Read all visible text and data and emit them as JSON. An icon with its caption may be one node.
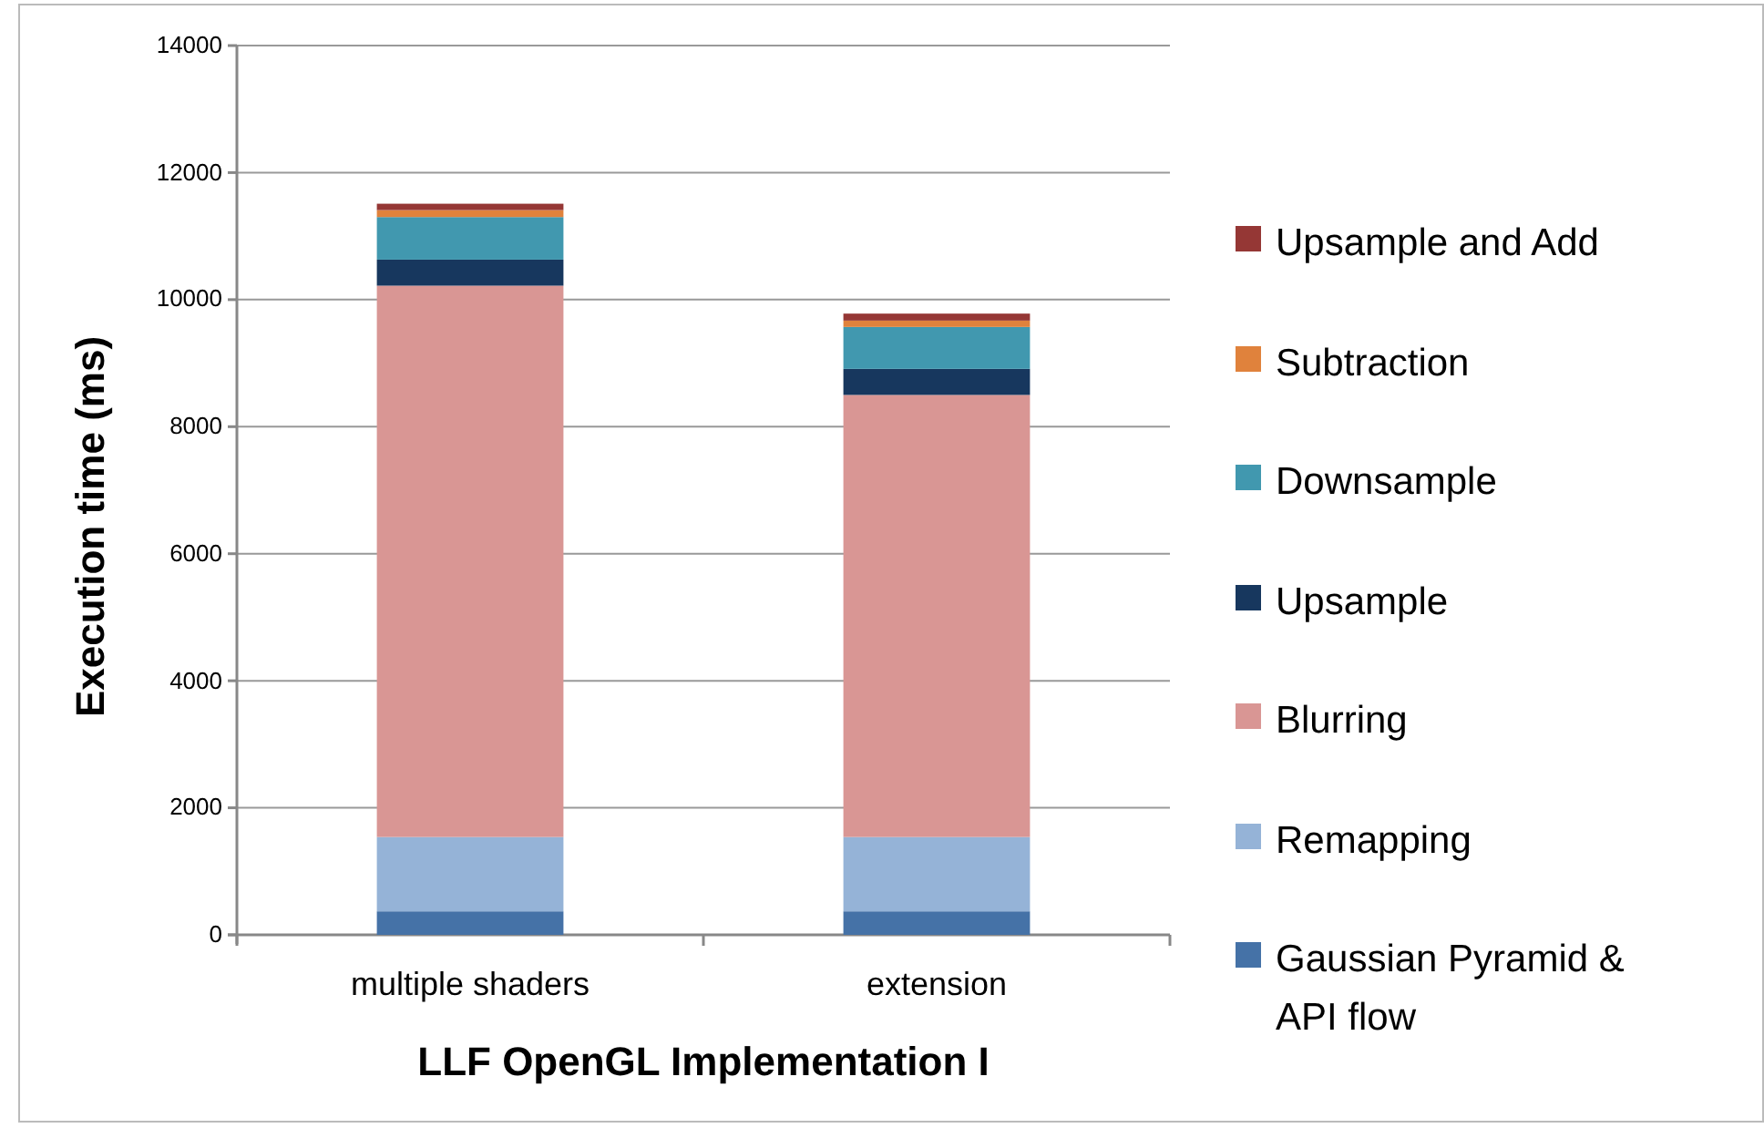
{
  "diagram": {
    "chart_data": {
      "type": "bar",
      "stacked": true,
      "orientation": "vertical",
      "grid": "y",
      "legend": true,
      "xlabel": "LLF OpenGL Implementation I",
      "ylabel": "Execution time (ms)",
      "categories": [
        "multiple shaders",
        "extension"
      ],
      "ylim": [
        0,
        14000
      ],
      "yticks": [
        0,
        2000,
        4000,
        6000,
        8000,
        10000,
        12000,
        14000
      ],
      "series": [
        {
          "name": "Gaussian Pyramid & API flow",
          "color": "#4572a7",
          "values": [
            370,
            370
          ]
        },
        {
          "name": "Remapping",
          "color": "#95b3d7",
          "values": [
            1170,
            1170
          ]
        },
        {
          "name": "Blurring",
          "color": "#d99694",
          "values": [
            8680,
            6960
          ]
        },
        {
          "name": "Upsample",
          "color": "#17375e",
          "values": [
            410,
            410
          ]
        },
        {
          "name": "Downsample",
          "color": "#4198af",
          "values": [
            670,
            660
          ]
        },
        {
          "name": "Subtraction",
          "color": "#e0823c",
          "values": [
            110,
            100
          ]
        },
        {
          "name": "Upsample and Add",
          "color": "#953735",
          "values": [
            100,
            110
          ]
        }
      ]
    }
  }
}
